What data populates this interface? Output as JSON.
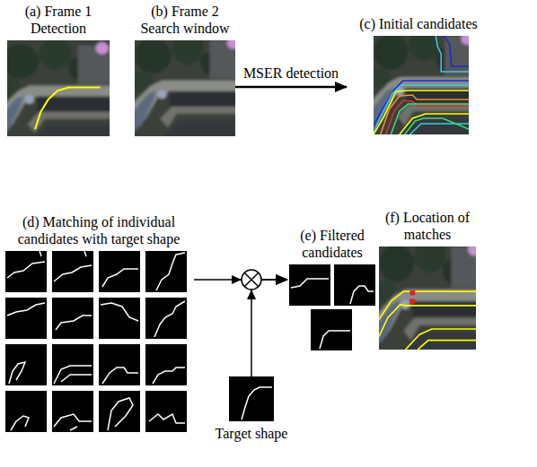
{
  "diagram": {
    "nodes": [
      {
        "text": [
          "(a) Frame 1 Detection"
        ]
      },
      {
        "text": [
          "(b) Frame 2 Search window"
        ]
      },
      {
        "text": [
          "(c) Initial candidates"
        ]
      },
      {
        "text": [
          "(d) Matching of individual candidates with target shape"
        ]
      },
      {
        "text": [
          "(e) Filtered candidates"
        ]
      },
      {
        "text": [
          "(f) Location of matches"
        ]
      },
      {
        "text": [
          "Target shape"
        ]
      }
    ],
    "edges": [
      {
        "from": 1,
        "to": 2,
        "arrow": "to",
        "label": "MSER detection"
      },
      {
        "from": 3,
        "to": 4,
        "arrow": "to"
      },
      {
        "from": 6,
        "to": 4,
        "arrow": "to"
      }
    ]
  }
}
